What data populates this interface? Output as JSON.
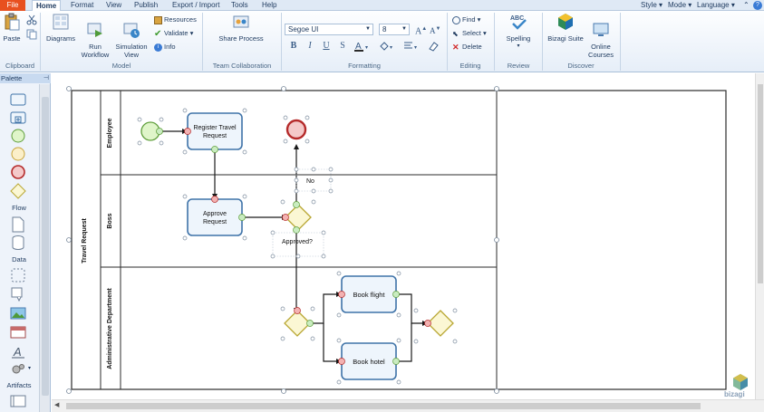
{
  "menubar": {
    "tabs": [
      "File",
      "Home",
      "Format",
      "View",
      "Publish",
      "Export / Import",
      "Tools",
      "Help"
    ],
    "active_tab": "Home",
    "right": [
      "Style",
      "Mode",
      "Language"
    ]
  },
  "ribbon": {
    "clipboard": {
      "label": "Clipboard",
      "paste": "Paste"
    },
    "model": {
      "label": "Model",
      "diagrams": "Diagrams",
      "run_workflow": "Run\nWorkflow",
      "simulation_view": "Simulation\nView",
      "resources": "Resources",
      "validate": "Validate",
      "info": "Info"
    },
    "collab": {
      "label": "Team Collaboration",
      "share_process": "Share Process"
    },
    "formatting": {
      "label": "Formatting",
      "font": "Segoe UI",
      "size": "8",
      "bold": "B",
      "italic": "I",
      "underline": "U",
      "strike": "S"
    },
    "editing": {
      "label": "Editing",
      "find": "Find",
      "select": "Select",
      "delete": "Delete"
    },
    "review": {
      "label": "Review",
      "spelling": "Spelling",
      "abc": "ABC"
    },
    "discover": {
      "label": "Discover",
      "bizagi_suite": "Bizagi Suite",
      "online_courses": "Online\nCourses"
    }
  },
  "palette": {
    "title": "Palette",
    "sections": [
      "Flow",
      "Data",
      "Artifacts"
    ]
  },
  "diagram": {
    "pool": "Travel Request",
    "lanes": [
      "Employee",
      "Boss",
      "Administrative Department"
    ],
    "tasks": {
      "register": "Register Travel\nRequest",
      "approve": "Approve\nRequest",
      "flight": "Book flight",
      "hotel": "Book hotel"
    },
    "gateway_label": "Approved?",
    "no_label": "No",
    "watermark": "bizagi"
  },
  "colors": {
    "task_fill": "#eef5fc",
    "task_stroke": "#3f73a8",
    "start_fill": "#dff5c9",
    "start_stroke": "#5e9e3a",
    "end_fill": "#f4c9c9",
    "end_stroke": "#b52a2a",
    "gateway_fill": "#fbf7d4",
    "gateway_stroke": "#b9a733",
    "handle_fill": "#ffffff",
    "conn_red": "#f3b2b2",
    "conn_green": "#c9ecc0"
  }
}
